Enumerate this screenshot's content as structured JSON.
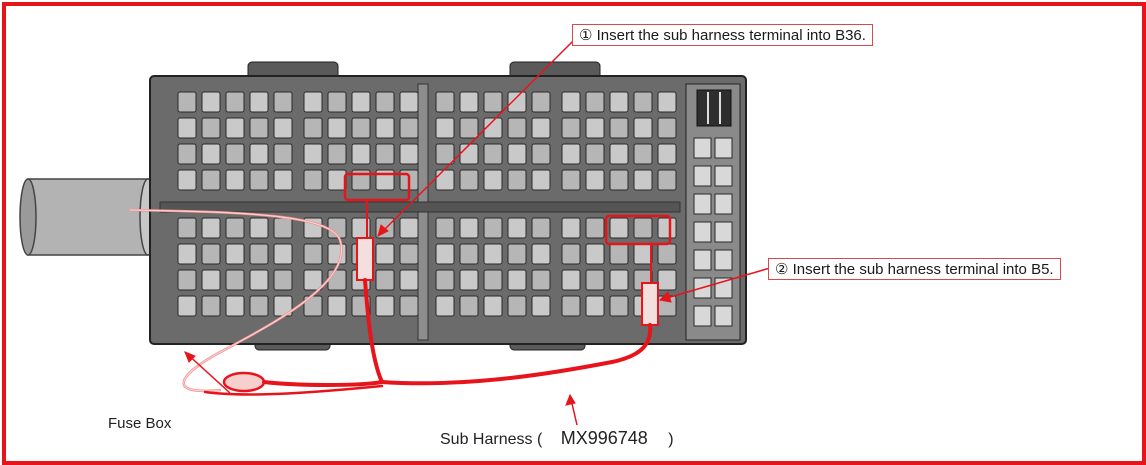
{
  "callouts": {
    "step1": "① Insert the sub harness terminal into B36.",
    "step2": "② Insert the sub harness terminal into B5."
  },
  "labels": {
    "fuse_box": "Fuse Box",
    "sub_harness_prefix": "Sub Harness (",
    "part_number": "MX996748",
    "sub_harness_suffix": ")"
  },
  "colors": {
    "frame": "#e8141b",
    "harness": "#e8141b",
    "fuse_box_body": "#6b6b6b",
    "fuse_box_dark": "#3a3a3a",
    "fuse_box_light": "#c9c9c9"
  }
}
